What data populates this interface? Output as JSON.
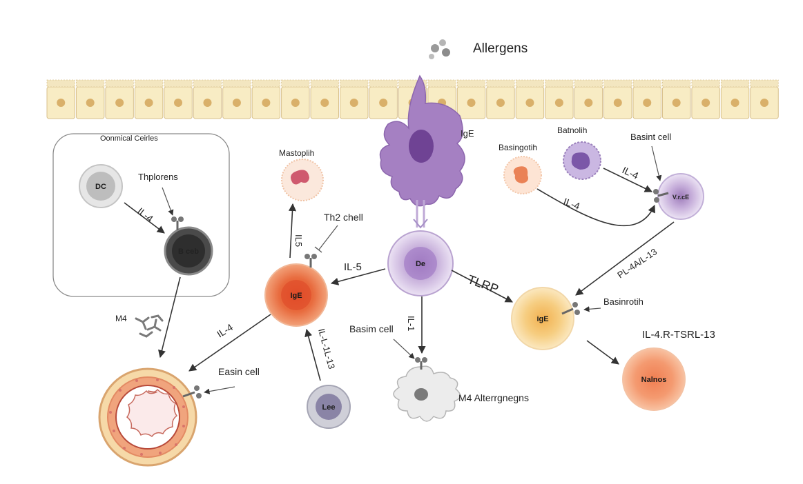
{
  "header": {
    "allergens": "Allergens"
  },
  "box": {
    "title": "Oonmical Ceirles"
  },
  "cells": {
    "dc": "DC",
    "b_cell": "B ceb",
    "center": "De",
    "ige_left": "IgE",
    "bottom_small": "Lee",
    "right_ige": "igE",
    "nalnos": "Nalnos",
    "basin_right": "V.r.cE"
  },
  "labels": {
    "thplorens": "Thplorens",
    "il4_box": "IL-4",
    "mastoptih": "Mastoplih",
    "il5_vert": "IL5",
    "th2_cell": "Th2 chell",
    "il5_horiz": "IL-5",
    "ige_top": "IgE",
    "basingolih": "Basingotih",
    "batnolih": "Batnolih",
    "basint_cell_top": "Basint cell",
    "il4_upper": "IL-4",
    "il4_lower": "IL-4",
    "tlrp": "TLRP",
    "pl_il13": "PL-4A/L-13",
    "basinrotih": "Basinrotih",
    "il4r_tsrl": "IL-4.R-TSRL-13",
    "m4": "M4",
    "il4_left": "IL-4",
    "easin_cell": "Easin cell",
    "il_l_13": "IL-L-1L-13",
    "basim_cell": "Basim cell",
    "il1_vert": "IL-1",
    "m4_allergens": "M4 Alterrgnegns"
  },
  "colors": {
    "epithelium_fill": "#f8ecc4",
    "epithelium_nucleus": "#d9b06a",
    "dendritic": "#a37fc0",
    "orange_cell": "#ec8352",
    "purple_cell": "#d8c9e6",
    "yellow_cell": "#f9dfa0",
    "salmon_cell": "#f5a47d"
  }
}
